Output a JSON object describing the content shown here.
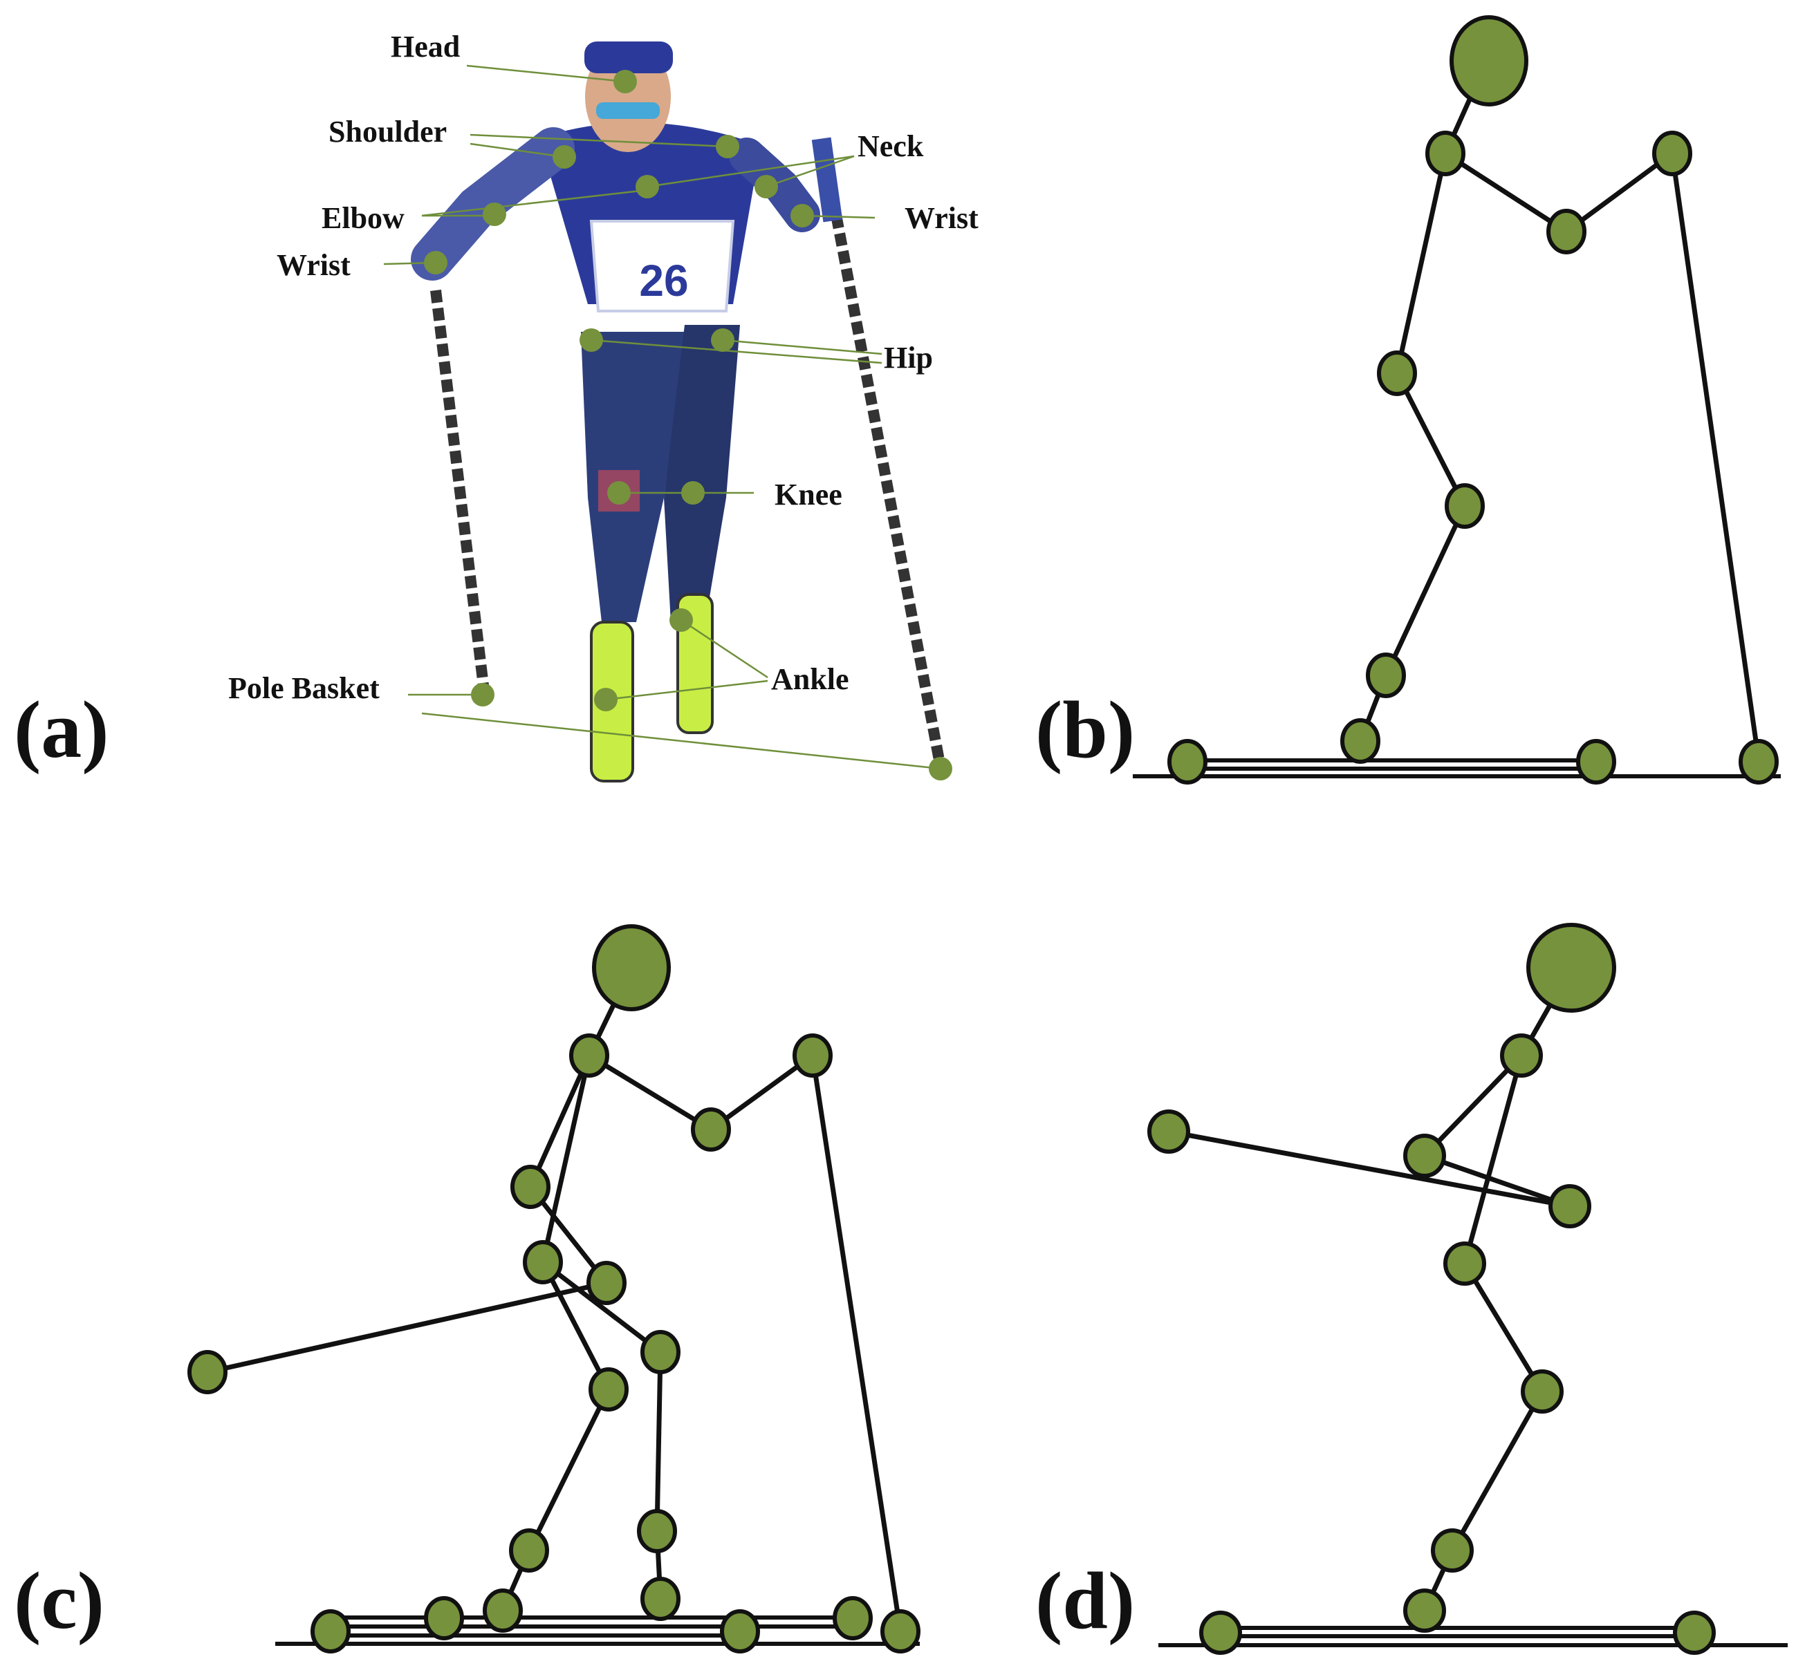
{
  "colors": {
    "joint_fill": "#76923c",
    "line": "#111111",
    "leader": "#6f8f3a",
    "suit_blue": "#2b3a9a",
    "suit_dark": "#1c2550",
    "boot_green": "#c8ee45"
  },
  "panels": [
    {
      "id": "a",
      "label": "(a)"
    },
    {
      "id": "b",
      "label": "(b)"
    },
    {
      "id": "c",
      "label": "(c)"
    },
    {
      "id": "d",
      "label": "(d)"
    }
  ],
  "keypoint_labels": {
    "head": "Head",
    "shoulder": "Shoulder",
    "neck": "Neck",
    "elbow": "Elbow",
    "wrist_right": "Wrist",
    "wrist_left": "Wrist",
    "hip": "Hip",
    "knee": "Knee",
    "ankle": "Ankle",
    "pole_basket": "Pole Basket"
  },
  "photo": {
    "bib_number": "26"
  }
}
